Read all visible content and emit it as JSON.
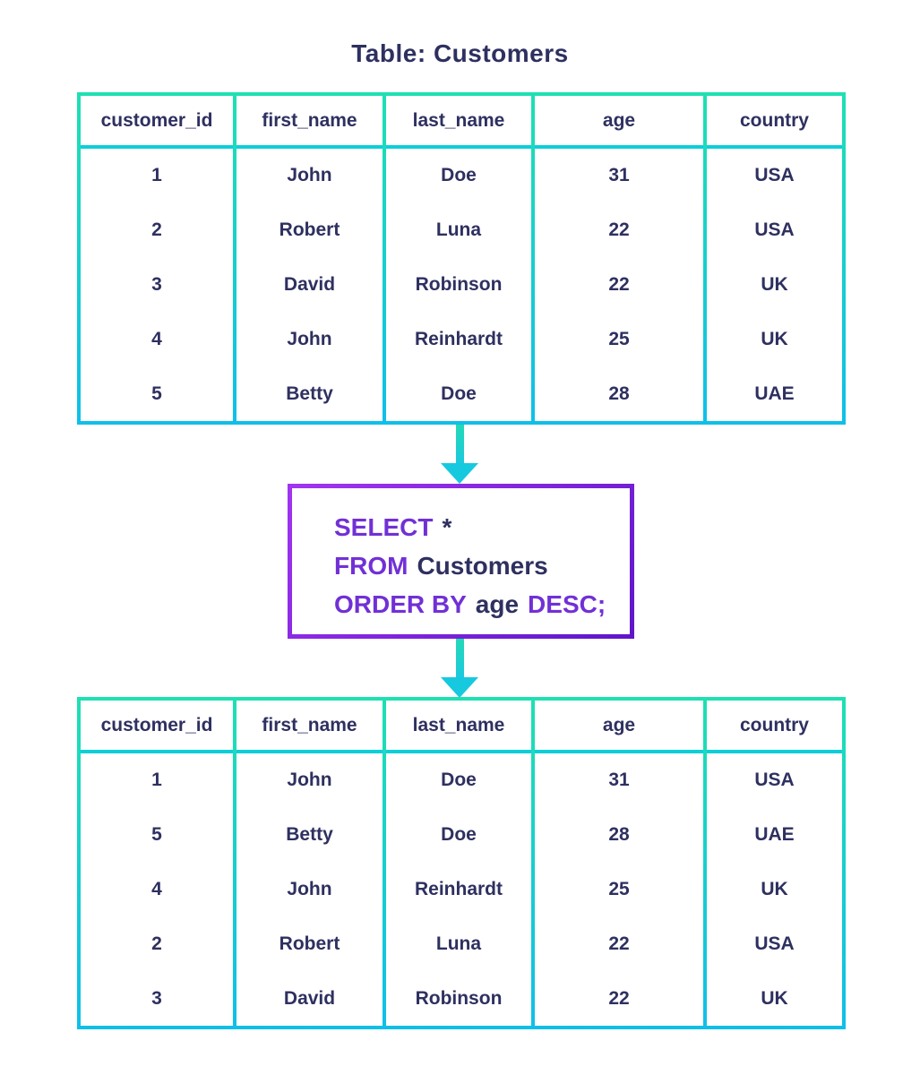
{
  "page": {
    "title": "Table: Customers"
  },
  "columns": [
    "customer_id",
    "first_name",
    "last_name",
    "age",
    "country"
  ],
  "table_before": {
    "rows": [
      [
        "1",
        "John",
        "Doe",
        "31",
        "USA"
      ],
      [
        "2",
        "Robert",
        "Luna",
        "22",
        "USA"
      ],
      [
        "3",
        "David",
        "Robinson",
        "22",
        "UK"
      ],
      [
        "4",
        "John",
        "Reinhardt",
        "25",
        "UK"
      ],
      [
        "5",
        "Betty",
        "Doe",
        "28",
        "UAE"
      ]
    ]
  },
  "query": {
    "select_kw": "SELECT",
    "select_arg": "*",
    "from_kw": "FROM",
    "from_arg": "Customers",
    "orderby_kw": "ORDER BY",
    "orderby_arg": "age",
    "desc_kw": "DESC;"
  },
  "table_after": {
    "rows": [
      [
        "1",
        "John",
        "Doe",
        "31",
        "USA"
      ],
      [
        "5",
        "Betty",
        "Doe",
        "28",
        "UAE"
      ],
      [
        "4",
        "John",
        "Reinhardt",
        "25",
        "UK"
      ],
      [
        "2",
        "Robert",
        "Luna",
        "22",
        "USA"
      ],
      [
        "3",
        "David",
        "Robinson",
        "22",
        "UK"
      ]
    ]
  },
  "colors": {
    "text_navy": "#2e3060",
    "keyword_purple": "#7130d6",
    "table_border_top": "#1ee0b2",
    "table_border_bottom": "#0fbfe9",
    "header_separator": "#0ccfda",
    "box_border_start": "#a134f0",
    "box_border_end": "#5f16c9",
    "arrow_teal": "#1bc9df"
  }
}
